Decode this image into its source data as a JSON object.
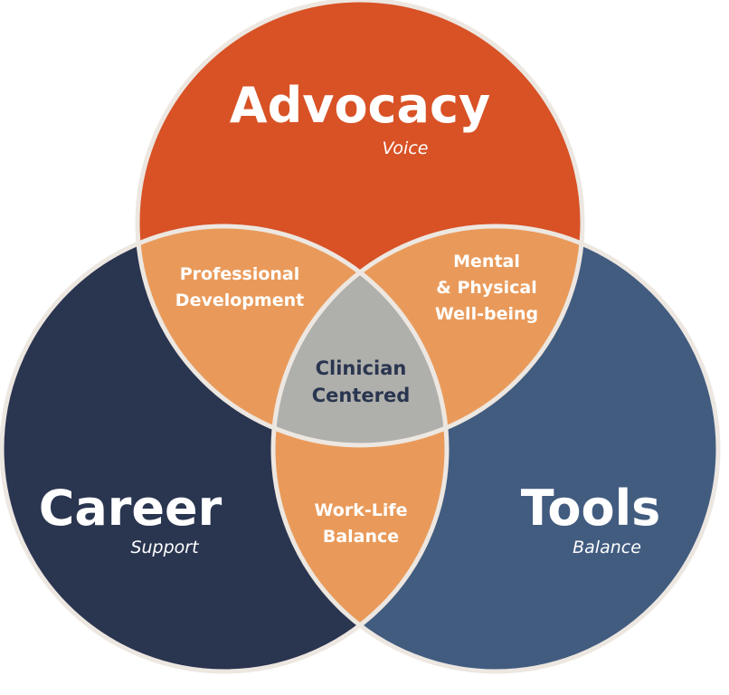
{
  "circles": {
    "top": {
      "title": "Advocacy",
      "subtitle": "Voice"
    },
    "left": {
      "title": "Career",
      "subtitle": "Support"
    },
    "right": {
      "title": "Tools",
      "subtitle": "Balance"
    }
  },
  "overlaps": {
    "top_left": [
      "Professional",
      "Development"
    ],
    "top_right": [
      "Mental",
      "& Physical",
      "Well-being"
    ],
    "left_right": [
      "Work-Life",
      "Balance"
    ],
    "center": [
      "Clinician",
      "Centered"
    ]
  },
  "colors": {
    "advocacy": "#D85226",
    "career": "#2A3550",
    "tools": "#425C80",
    "overlap": "#E99A5A",
    "center": "#AFAFAB",
    "center_text": "#2A3550",
    "outline": "#EDE7E1"
  }
}
